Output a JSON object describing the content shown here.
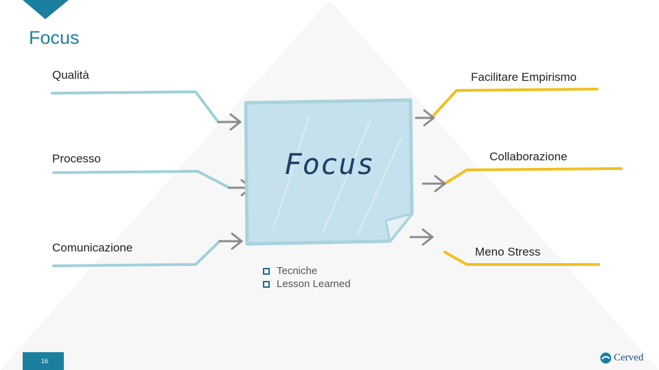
{
  "title": "Focus",
  "center": {
    "note_text": "Focus"
  },
  "left_labels": [
    {
      "text": "Qualità"
    },
    {
      "text": "Processo"
    },
    {
      "text": "Comunicazione"
    }
  ],
  "right_labels": [
    {
      "text": "Facilitare Empirismo"
    },
    {
      "text": "Collaborazione"
    },
    {
      "text": "Meno Stress"
    }
  ],
  "bullets": [
    "Tecniche",
    "Lesson Learned"
  ],
  "footer": {
    "page_number": "16",
    "logo_text": "Cerved"
  },
  "colors": {
    "accent": "#1b7fa0",
    "left_lines": "#9fd0d8",
    "right_lines": "#f2c01e",
    "note": "#c5e1ee",
    "arrow": "#8a8a8a"
  }
}
